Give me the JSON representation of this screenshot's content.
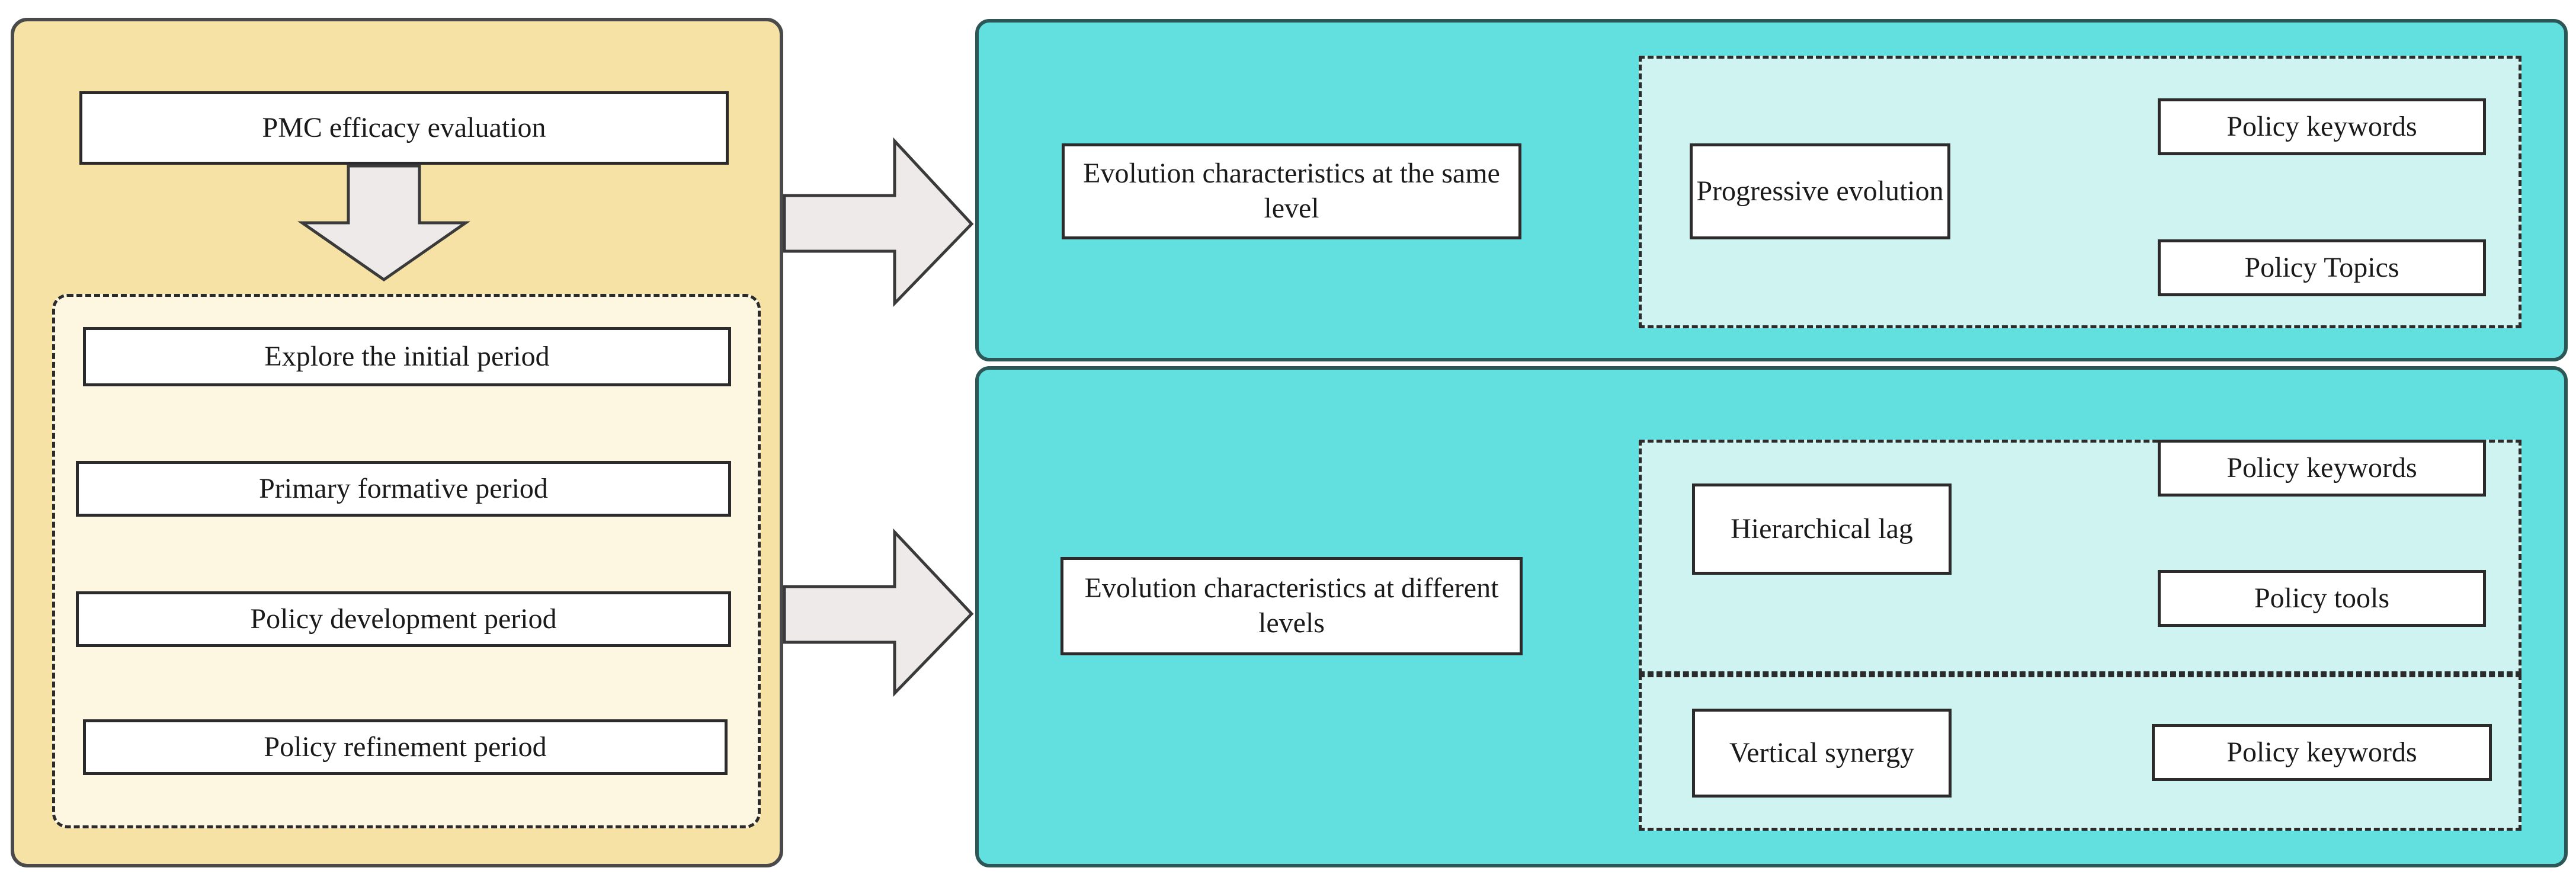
{
  "left_panel": {
    "title": "PMC efficacy evaluation",
    "periods": [
      "Explore the initial period",
      "Primary formative period",
      "Policy development period",
      "Policy refinement period"
    ]
  },
  "same_level": {
    "label": "Evolution characteristics at the same level",
    "feature": "Progressive evolution",
    "items": [
      "Policy keywords",
      "Policy Topics"
    ]
  },
  "different_levels": {
    "label": "Evolution characteristics at different levels",
    "lag": {
      "feature": "Hierarchical lag",
      "items": [
        "Policy keywords",
        "Policy tools"
      ]
    },
    "synergy": {
      "feature": "Vertical synergy",
      "items": [
        "Policy keywords"
      ]
    }
  },
  "colors": {
    "left_panel_fill": "#f6e2a5",
    "left_inner_fill": "#fdf6e1",
    "teal_panel_fill": "#62e0e0",
    "teal_inner_fill": "#cff3f1",
    "arrow_fill": "#eeeaea"
  }
}
